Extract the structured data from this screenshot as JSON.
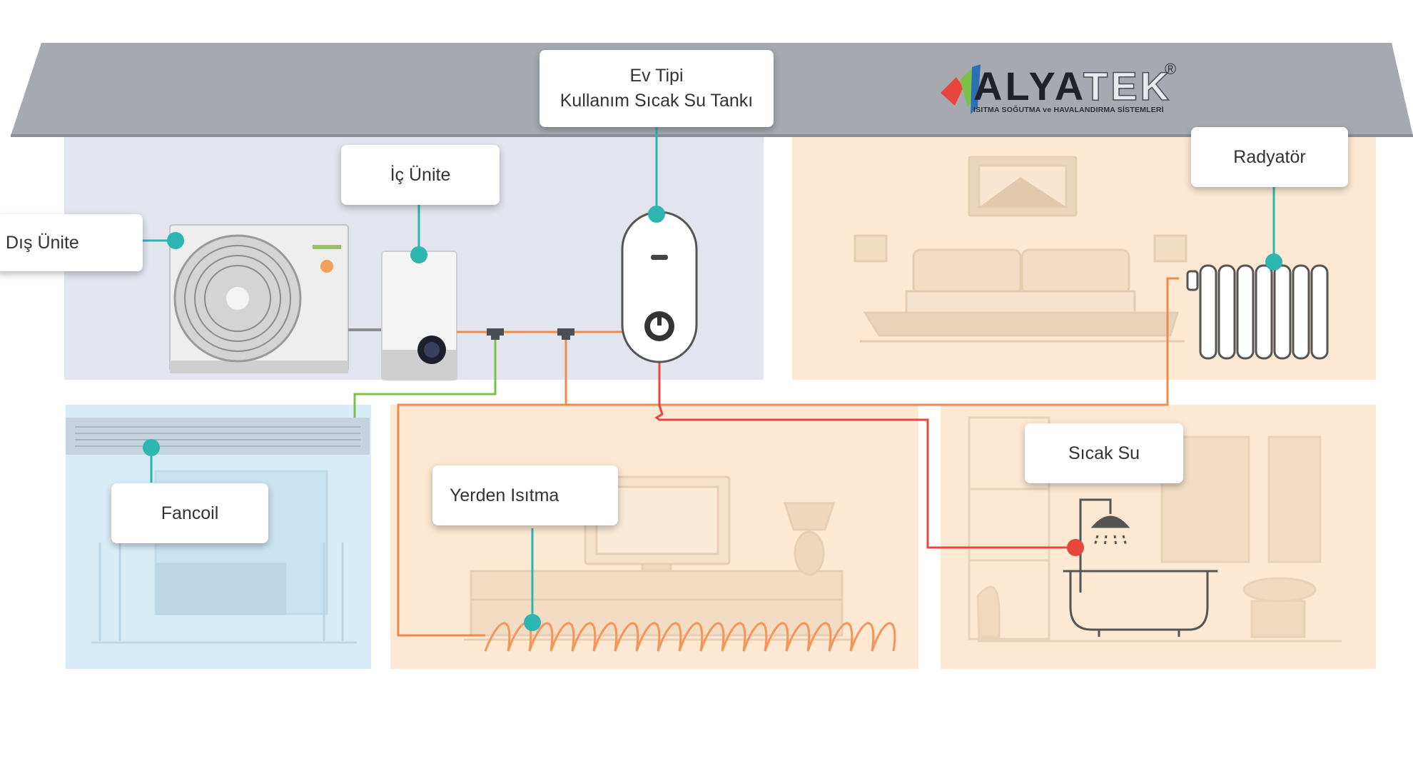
{
  "brand": {
    "name_dark": "ALYA",
    "name_light": "TEK",
    "registered": "®",
    "tagline": "ISITMA SOĞUTMA ve HAVALANDIRMA SİSTEMLERİ"
  },
  "labels": {
    "dis_unite": "Dış Ünite",
    "ic_unite": "İç Ünite",
    "tank_line1": "Ev Tipi",
    "tank_line2": "Kullanım Sıcak Su Tankı",
    "radyator": "Radyatör",
    "fancoil": "Fancoil",
    "yerden_isitma": "Yerden Isıtma",
    "sicak_su": "Sıcak Su"
  },
  "colors": {
    "roof": "#a6aab0",
    "machine_room": "#e3e5ee",
    "bedroom": "#fde8d3",
    "fancoil_room": "#d8ecf8",
    "living_room": "#fde8d3",
    "bathroom": "#fde8d3",
    "connector_teal": "#2db5b2",
    "pipe_orange": "#f08a4b",
    "pipe_green": "#7cc04a",
    "pipe_red": "#e8453c",
    "floor_heating": "#f4955a"
  }
}
